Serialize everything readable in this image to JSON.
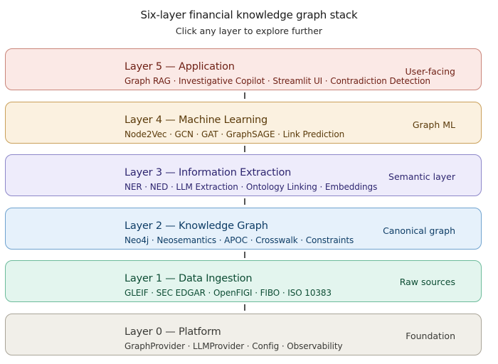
{
  "header": {
    "title": "Six-layer financial knowledge graph stack",
    "subtitle": "Click any layer to explore further"
  },
  "layers": [
    {
      "name": "Layer 5 — Application",
      "items": "Graph RAG · Investigative Copilot · Streamlit UI · Contradiction Detection",
      "tag": "User-facing",
      "fill": "#fbe9e6",
      "border": "#c9857a",
      "text": "#6e1f14"
    },
    {
      "name": "Layer 4 — Machine Learning",
      "items": "Node2Vec · GCN · GAT · GraphSAGE · Link Prediction",
      "tag": "Graph ML",
      "fill": "#fbf1e0",
      "border": "#c9a05a",
      "text": "#5a3a0a"
    },
    {
      "name": "Layer 3 — Information Extraction",
      "items": "NER · NED · LLM Extraction · Ontology Linking · Embeddings",
      "tag": "Semantic layer",
      "fill": "#eeecfb",
      "border": "#8d87c9",
      "text": "#2e2670"
    },
    {
      "name": "Layer 2 — Knowledge Graph",
      "items": "Neo4j · Neosemantics · APOC · Crosswalk · Constraints",
      "tag": "Canonical graph",
      "fill": "#e6f1fb",
      "border": "#6fa3cf",
      "text": "#0e3d66"
    },
    {
      "name": "Layer 1 — Data Ingestion",
      "items": "GLEIF · SEC EDGAR · OpenFIGI · FIBO · ISO 10383",
      "tag": "Raw sources",
      "fill": "#e3f5ee",
      "border": "#6dbb9b",
      "text": "#0d4d34"
    },
    {
      "name": "Layer 0 — Platform",
      "items": "GraphProvider · LLMProvider · Config · Observability",
      "tag": "Foundation",
      "fill": "#f1efe9",
      "border": "#a9a498",
      "text": "#3a3a36"
    }
  ]
}
